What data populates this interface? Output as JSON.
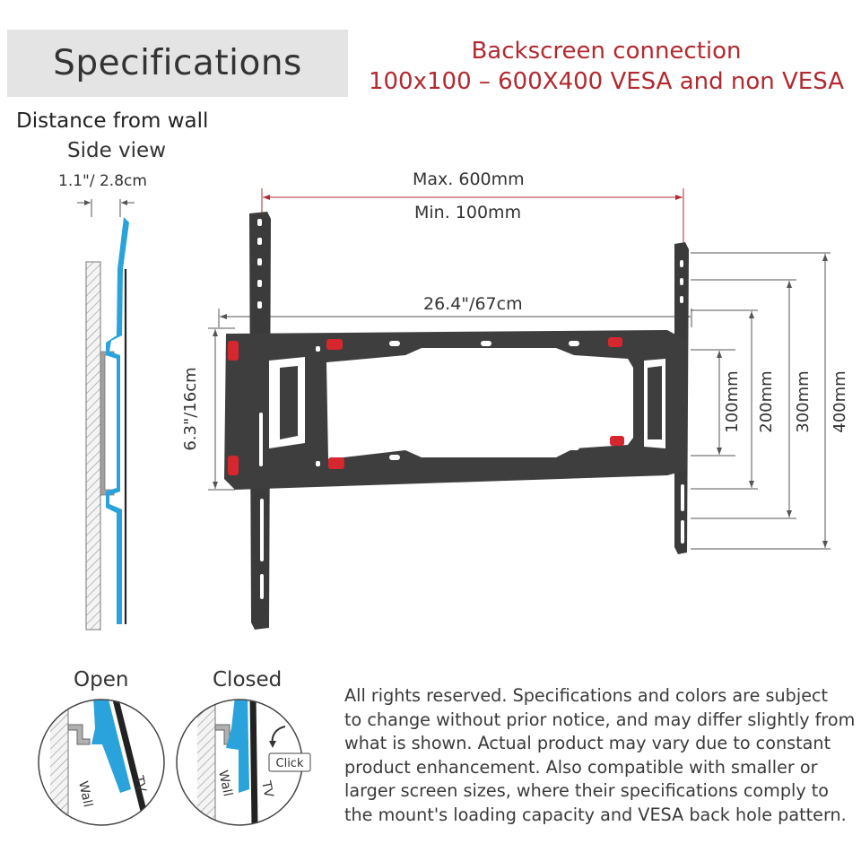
{
  "header": {
    "title": "Specifications"
  },
  "connection": {
    "line1": "Backscreen connection",
    "line2": "100x100 – 600X400 VESA and non VESA"
  },
  "side_view": {
    "title": "Distance from wall",
    "subtitle": "Side view",
    "distance": "1.1\"/ 2.8cm"
  },
  "dimensions": {
    "max": "Max. 600mm",
    "min": "Min. 100mm",
    "width": "26.4\"/67cm",
    "height": "6.3\"/16cm",
    "vesa_heights": [
      "100mm",
      "200mm",
      "300mm",
      "400mm"
    ]
  },
  "detail": {
    "open_label": "Open",
    "closed_label": "Closed",
    "wall_label": "Wall",
    "tv_label": "TV",
    "click_label": "Click"
  },
  "disclaimer_lines": [
    "All rights reserved. Specifications and colors are subject",
    "to change without prior notice, and may differ slightly from",
    "what is shown. Actual product may vary due to constant",
    "product enhancement. Also compatible with smaller or",
    "larger screen sizes, where their specifications comply to",
    "the mount's loading capacity and VESA back hole pattern."
  ],
  "colors": {
    "accent_red": "#b22a30",
    "tv_blue": "#2aa3dc",
    "bracket": "#3b3b3b",
    "header_bg": "#e4e4e4"
  }
}
